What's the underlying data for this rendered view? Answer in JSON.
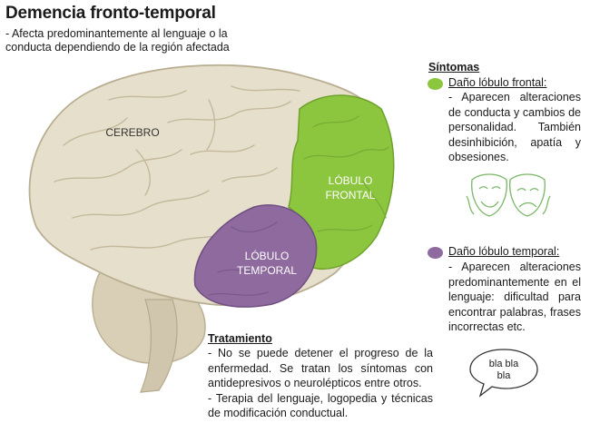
{
  "title": "Demencia fronto-temporal",
  "subtitle": "- Afecta predominantemente al lenguaje o la conducta dependiendo de la región afectada",
  "brain": {
    "cerebro_label": "CEREBRO",
    "frontal_label_line1": "LÓBULO",
    "frontal_label_line2": "FRONTAL",
    "temporal_label_line1": "LÓBULO",
    "temporal_label_line2": "TEMPORAL"
  },
  "sintomas": {
    "heading": "Síntomas",
    "frontal": {
      "title": "Daño lóbulo frontal:",
      "text": "- Aparecen alteraciones de conducta y cambios de personalidad. También desinhibición, apatía y obsesiones."
    },
    "temporal": {
      "title": "Daño lóbulo temporal:",
      "text": "- Aparecen alteraciones predominantemente en el lenguaje: dificultad para encontrar palabras, frases incorrectas etc."
    },
    "bubble_line1": "bla bla",
    "bubble_line2": "bla"
  },
  "tratamiento": {
    "heading": "Tratamiento",
    "line1": "- No se puede detener el progreso de la enfermedad. Se tratan los síntomas con antidepresivos o neurolépticos entre otros.",
    "line2": "- Terapia del lenguaje, logopedia y técnicas de modificación conductual."
  },
  "colors": {
    "frontal": "#8cc63f",
    "temporal": "#8e6a9e",
    "brain": "#e6dfcb"
  }
}
